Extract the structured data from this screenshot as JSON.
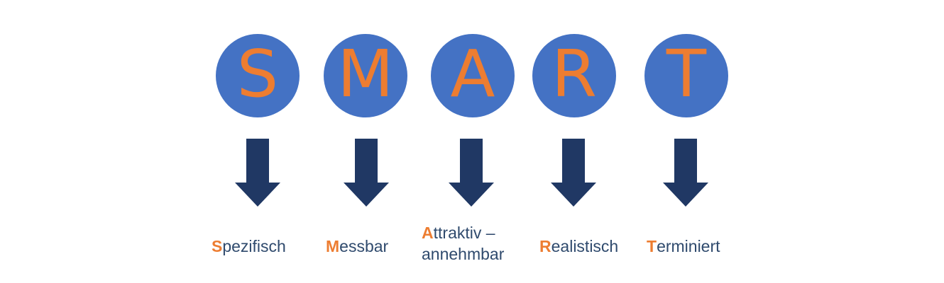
{
  "colors": {
    "circle_fill": "#4472C4",
    "accent_orange": "#ED7D31",
    "arrow_fill": "#203864",
    "text_dark": "#2F4A6D"
  },
  "items": [
    {
      "letter": "S",
      "initial": "S",
      "rest_line1": "pezifisch",
      "line2": ""
    },
    {
      "letter": "M",
      "initial": "M",
      "rest_line1": "essbar",
      "line2": ""
    },
    {
      "letter": "A",
      "initial": "A",
      "rest_line1": "ttraktiv –",
      "line2": "annehmbar"
    },
    {
      "letter": "R",
      "initial": "R",
      "rest_line1": "ealistisch",
      "line2": ""
    },
    {
      "letter": "T",
      "initial": "T",
      "rest_line1": "erminiert",
      "line2": ""
    }
  ]
}
